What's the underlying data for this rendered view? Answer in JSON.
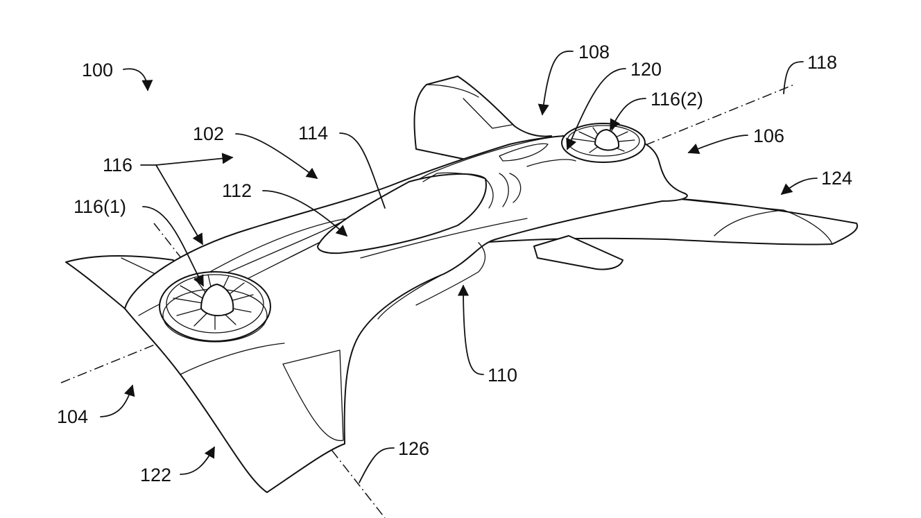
{
  "figure": {
    "labels": {
      "r100": "100",
      "r102": "102",
      "r104": "104",
      "r106": "106",
      "r108": "108",
      "r110": "110",
      "r112": "112",
      "r114": "114",
      "r116": "116",
      "r116_1": "116(1)",
      "r116_2": "116(2)",
      "r118": "118",
      "r120": "120",
      "r122": "122",
      "r124": "124",
      "r126": "126"
    }
  }
}
